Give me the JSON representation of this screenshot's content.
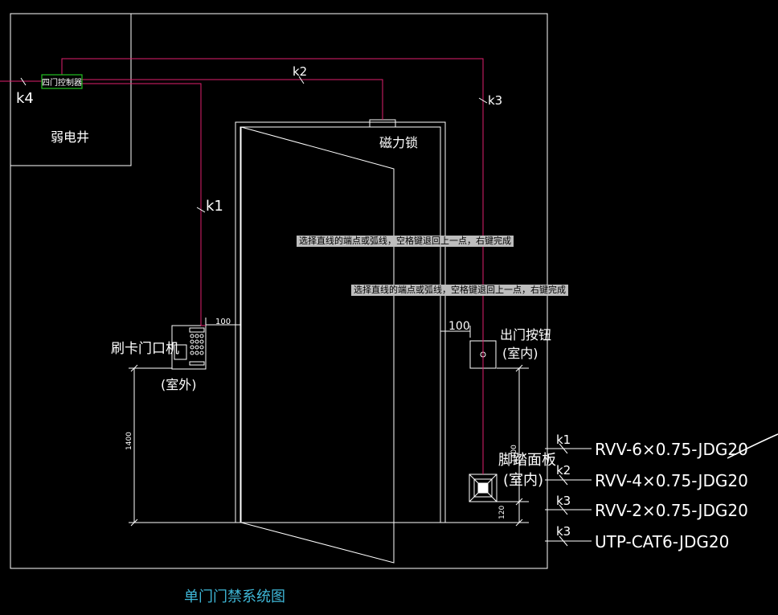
{
  "diagram": {
    "title": "单门门禁系统图",
    "labels": {
      "controller": "四门控制器",
      "shaft": "弱电井",
      "maglock": "磁力锁",
      "reader": "刷卡门口机",
      "outdoor": "(室外)",
      "exit_button": "出门按钮",
      "indoor": "(室内)",
      "foot_panel": "脚踏面板",
      "indoor2": "(室内)"
    },
    "wires": {
      "k1": "k1",
      "k2": "k2",
      "k3": "k3",
      "k4": "k4"
    },
    "dimensions": {
      "d100_left": "100",
      "d100_right": "100",
      "d1400": "1400",
      "d1400_right": "1400",
      "d120": "120"
    },
    "legend": [
      {
        "tag": "k1",
        "cable": "RVV-6×0.75-JDG20"
      },
      {
        "tag": "k2",
        "cable": "RVV-4×0.75-JDG20"
      },
      {
        "tag": "k3",
        "cable": "RVV-2×0.75-JDG20"
      },
      {
        "tag": "k3",
        "cable": "UTP-CAT6-JDG20"
      }
    ],
    "tooltips": [
      "选择直线的端点或弧线，空格键退回上一点，右键完成",
      "选择直线的端点或弧线，空格键退回上一点，右键完成"
    ],
    "colors": {
      "background": "#000000",
      "lines": "#ffffff",
      "wire": "#e0206e",
      "title": "#3fb8d8",
      "controller_box": "#22c022"
    }
  }
}
